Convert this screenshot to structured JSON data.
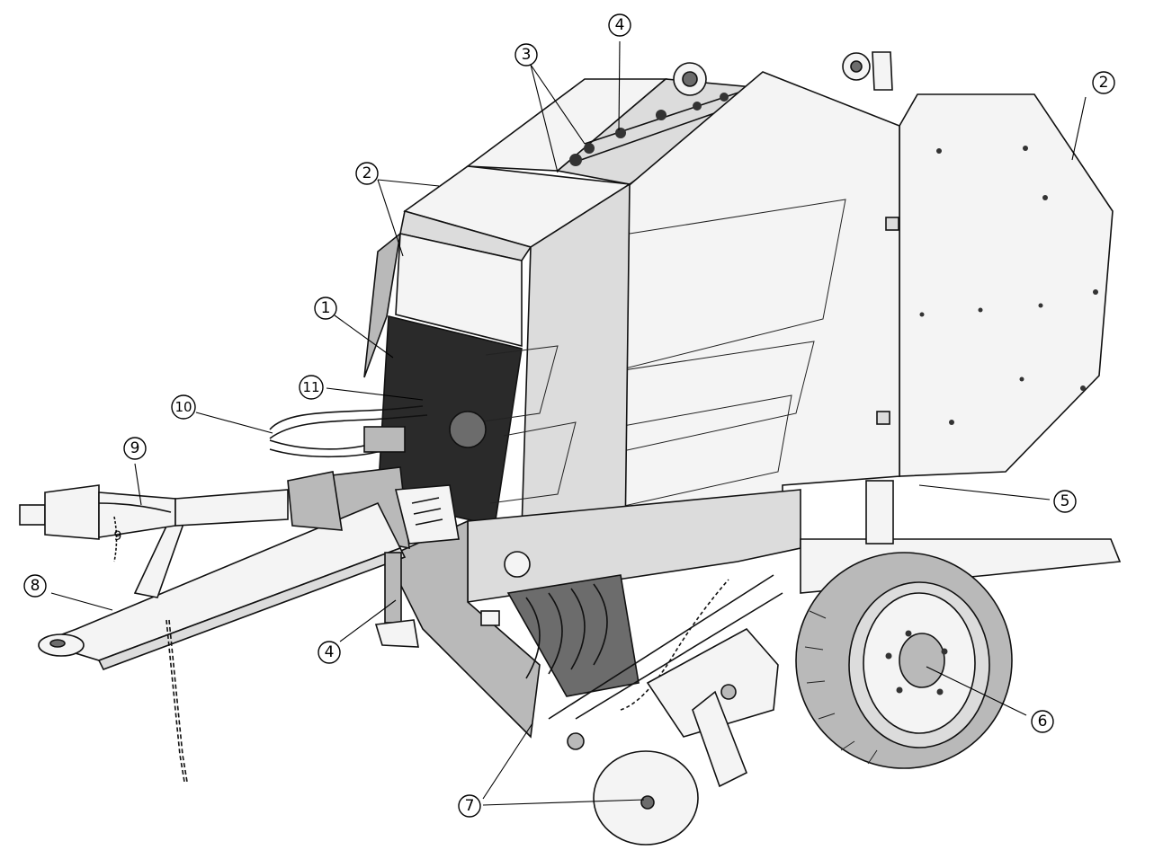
{
  "callouts": [
    {
      "id": "c1",
      "label": "1"
    },
    {
      "id": "c2a",
      "label": "2"
    },
    {
      "id": "c2b",
      "label": "2"
    },
    {
      "id": "c3",
      "label": "3"
    },
    {
      "id": "c4a",
      "label": "4"
    },
    {
      "id": "c4b",
      "label": "4"
    },
    {
      "id": "c5",
      "label": "5"
    },
    {
      "id": "c6",
      "label": "6"
    },
    {
      "id": "c7",
      "label": "7"
    },
    {
      "id": "c8",
      "label": "8"
    },
    {
      "id": "c9a",
      "label": "9"
    },
    {
      "id": "c9b",
      "label": "9"
    },
    {
      "id": "c10",
      "label": "10"
    },
    {
      "id": "c11",
      "label": "11"
    }
  ],
  "colors": {
    "line": "#111111",
    "panel_light": "#f4f4f4",
    "panel_dark": "#2a2a2a"
  }
}
